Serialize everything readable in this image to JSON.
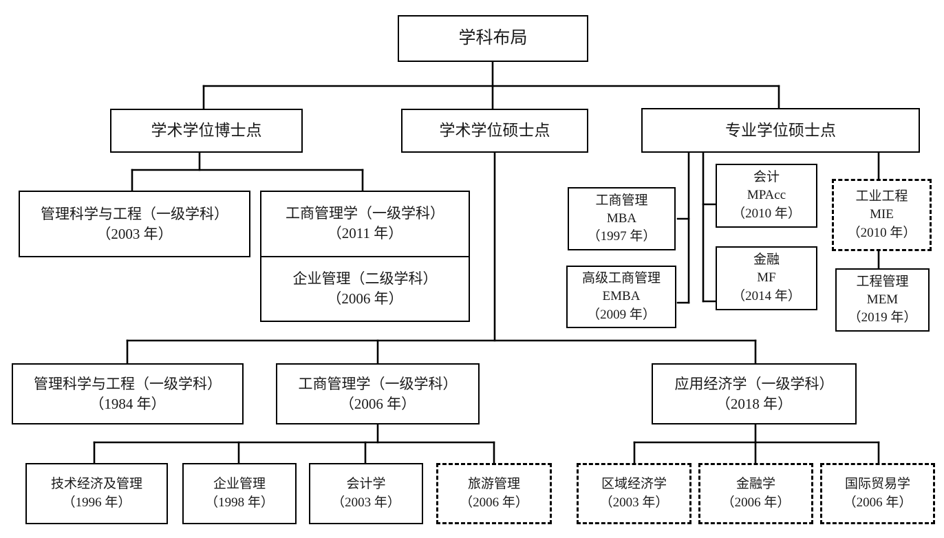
{
  "diagram": {
    "title": "学科布局",
    "type": "organizational-hierarchy",
    "root": {
      "label": "学科布局"
    },
    "level2": [
      {
        "id": "doctoral-academic",
        "label": "学术学位博士点"
      },
      {
        "id": "master-academic",
        "label": "学术学位硕士点"
      },
      {
        "id": "master-professional",
        "label": "专业学位硕士点"
      }
    ],
    "doctoral_children": [
      {
        "id": "msc-eng-doc",
        "line1": "管理科学与工程（一级学科）",
        "line2": "（2003 年）",
        "year": "2003",
        "style": "solid"
      },
      {
        "id": "business-admin-doc-stack",
        "cells": [
          {
            "line1": "工商管理学（一级学科）",
            "line2": "（2011 年）",
            "year": "2011"
          },
          {
            "line1": "企业管理（二级学科）",
            "line2": "（2006 年）",
            "year": "2006"
          }
        ],
        "style": "solid"
      }
    ],
    "professional_children": [
      {
        "id": "mba",
        "line1": "工商管理",
        "line2": "MBA",
        "line3": "（1997 年）",
        "year": "1997",
        "style": "solid"
      },
      {
        "id": "emba",
        "line1": "高级工商管理",
        "line2": "EMBA",
        "line3": "（2009 年）",
        "year": "2009",
        "style": "solid"
      },
      {
        "id": "mpacc",
        "line1": "会计",
        "line2": "MPAcc",
        "line3": "（2010 年）",
        "year": "2010",
        "style": "solid"
      },
      {
        "id": "mf",
        "line1": "金融",
        "line2": "MF",
        "line3": "（2014 年）",
        "year": "2014",
        "style": "solid"
      },
      {
        "id": "mie",
        "line1": "工业工程",
        "line2": "MIE",
        "line3": "（2010 年）",
        "year": "2010",
        "style": "dashed"
      },
      {
        "id": "mem",
        "line1": "工程管理",
        "line2": "MEM",
        "line3": "（2019 年）",
        "year": "2019",
        "style": "solid"
      }
    ],
    "academic_master_children": [
      {
        "id": "msc-eng-mas",
        "line1": "管理科学与工程（一级学科）",
        "line2": "（1984 年）",
        "year": "1984",
        "style": "solid"
      },
      {
        "id": "business-admin-mas",
        "line1": "工商管理学（一级学科）",
        "line2": "（2006 年）",
        "year": "2006",
        "style": "solid"
      },
      {
        "id": "applied-econ-mas",
        "line1": "应用经济学（一级学科）",
        "line2": "（2018 年）",
        "year": "2018",
        "style": "solid"
      }
    ],
    "business_admin_leaves": [
      {
        "id": "tech-econ-mgmt",
        "line1": "技术经济及管理",
        "line2": "（1996 年）",
        "year": "1996",
        "style": "solid"
      },
      {
        "id": "enterprise-mgmt",
        "line1": "企业管理",
        "line2": "（1998 年）",
        "year": "1998",
        "style": "solid"
      },
      {
        "id": "accounting",
        "line1": "会计学",
        "line2": "（2003 年）",
        "year": "2003",
        "style": "solid"
      },
      {
        "id": "tourism-mgmt",
        "line1": "旅游管理",
        "line2": "（2006 年）",
        "year": "2006",
        "style": "dashed"
      }
    ],
    "applied_econ_leaves": [
      {
        "id": "regional-econ",
        "line1": "区域经济学",
        "line2": "（2003 年）",
        "year": "2003",
        "style": "dashed"
      },
      {
        "id": "finance",
        "line1": "金融学",
        "line2": "（2006 年）",
        "year": "2006",
        "style": "dashed"
      },
      {
        "id": "intl-trade",
        "line1": "国际贸易学",
        "line2": "（2006 年）",
        "year": "2006",
        "style": "dashed"
      }
    ],
    "colors": {
      "box_border": "#000000",
      "text": "#1a1a1a",
      "background": "#ffffff",
      "connector": "#000000"
    }
  }
}
